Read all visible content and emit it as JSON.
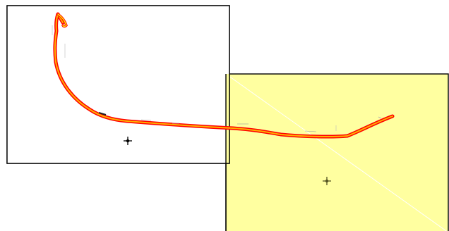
{
  "colors": {
    "background": "#ffffff",
    "sheet_left_fill": "#ffffff",
    "sheet_right_fill": "#ffffa0",
    "sheet_border": "#000000",
    "road_casing": "#ff0000",
    "road_fill": "#ffb000",
    "marker": "#000000",
    "diagonal_line": "#ffffff"
  },
  "map": {
    "sheets": [
      {
        "name": "left-sheet"
      },
      {
        "name": "right-sheet"
      }
    ],
    "markers": [
      {
        "name": "left-sheet-center-marker",
        "icon": "crosshair-icon"
      },
      {
        "name": "right-sheet-center-marker",
        "icon": "crosshair-icon"
      }
    ]
  }
}
